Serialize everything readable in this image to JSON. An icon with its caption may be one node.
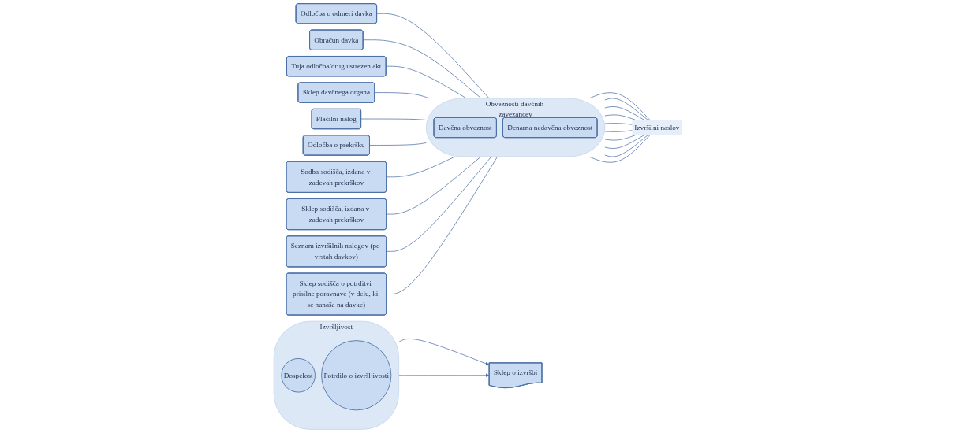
{
  "diagram": {
    "nodes": [
      {
        "text": [
          "Odločba o odmeri davka"
        ]
      },
      {
        "text": [
          "Obračun davka"
        ]
      },
      {
        "text": [
          "Tuja odločba/drug ustrezen akt"
        ]
      },
      {
        "text": [
          "Sklep davčnega organa"
        ]
      },
      {
        "text": [
          "Plačilni nalog"
        ]
      },
      {
        "text": [
          "Odločba o prekršku"
        ]
      },
      {
        "text": [
          "Sodba sodišča, izdana v zadevah prekrškov"
        ]
      },
      {
        "text": [
          "Sklep sodišča, izdana v zadevah prekrškov"
        ]
      },
      {
        "text": [
          "Seznam izvršilnih nalogov (po vrstah davkov)"
        ]
      },
      {
        "text": [
          "Sklep sodišča o potrditvi prisilne poravnave (v delu, ki se nanaša na davke)"
        ]
      },
      {
        "text": [
          "Obveznosti davčnih zavezancev"
        ]
      },
      {
        "text": [
          "Davčna obveznost"
        ],
        "in": 10
      },
      {
        "text": [
          "Denarna nedavčna obveznost"
        ],
        "in": 10
      },
      {
        "text": [
          "Izvršilni naslov"
        ]
      },
      {
        "text": [
          "Izvršljivost"
        ]
      },
      {
        "text": [
          "Dospelost"
        ],
        "in": 14
      },
      {
        "text": [
          "Potrdilo o izvršljivosti"
        ],
        "in": 14
      },
      {
        "text": [
          "Sklep o izvršbi"
        ]
      }
    ],
    "edges": [
      {
        "from": 0,
        "to": 10,
        "arrow": "none"
      },
      {
        "from": 1,
        "to": 10,
        "arrow": "none"
      },
      {
        "from": 2,
        "to": 10,
        "arrow": "none"
      },
      {
        "from": 3,
        "to": 10,
        "arrow": "none"
      },
      {
        "from": 4,
        "to": 10,
        "arrow": "none"
      },
      {
        "from": 5,
        "to": 10,
        "arrow": "none"
      },
      {
        "from": 6,
        "to": 10,
        "arrow": "none"
      },
      {
        "from": 7,
        "to": 10,
        "arrow": "none"
      },
      {
        "from": 8,
        "to": 10,
        "arrow": "none"
      },
      {
        "from": 9,
        "to": 10,
        "arrow": "none"
      },
      {
        "from": 10,
        "to": 13,
        "arrow": "none"
      },
      {
        "from": 10,
        "to": 13,
        "arrow": "none"
      },
      {
        "from": 10,
        "to": 13,
        "arrow": "none"
      },
      {
        "from": 10,
        "to": 13,
        "arrow": "none"
      },
      {
        "from": 10,
        "to": 13,
        "arrow": "none"
      },
      {
        "from": 10,
        "to": 13,
        "arrow": "none"
      },
      {
        "from": 10,
        "to": 13,
        "arrow": "none"
      },
      {
        "from": 10,
        "to": 13,
        "arrow": "none"
      },
      {
        "from": 10,
        "to": 13,
        "arrow": "none"
      },
      {
        "from": 10,
        "to": 13,
        "arrow": "none"
      },
      {
        "from": 14,
        "to": 17,
        "arrow": "to"
      },
      {
        "from": 14,
        "to": 17,
        "arrow": "to"
      }
    ]
  }
}
